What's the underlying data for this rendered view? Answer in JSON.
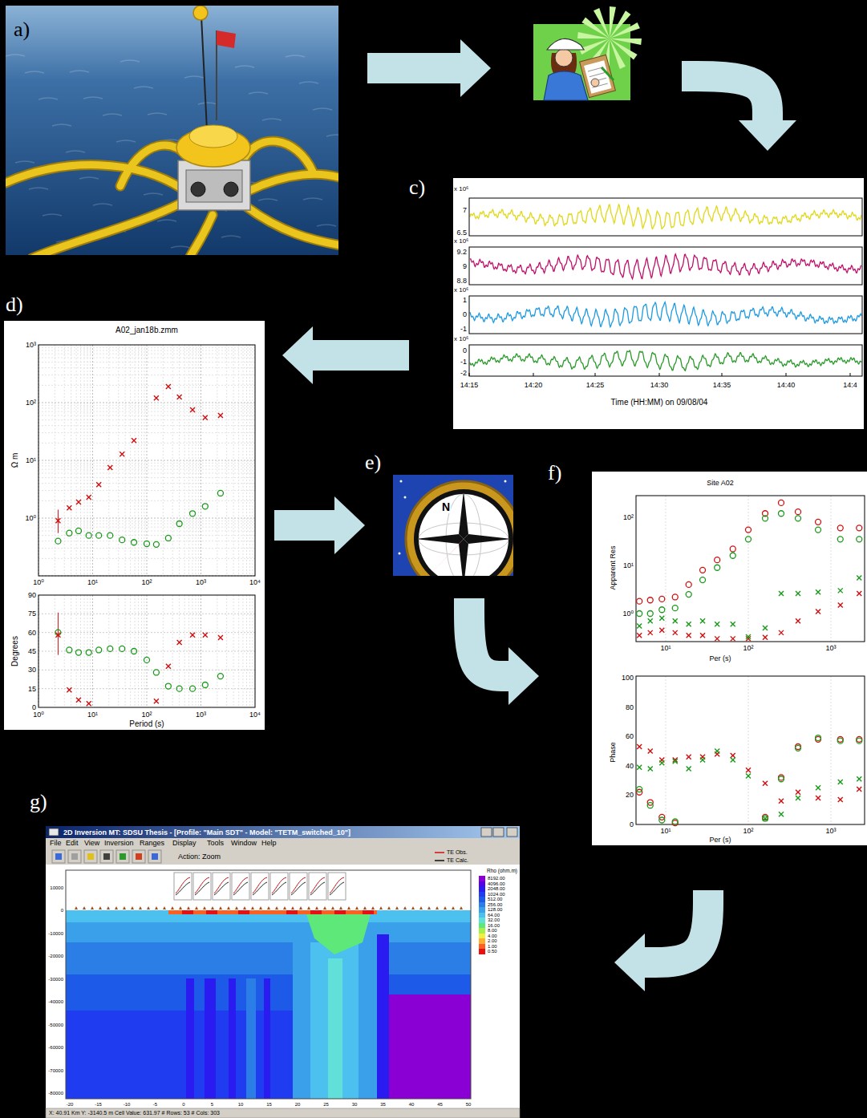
{
  "diagram": {
    "nodes": [
      {
        "text": [
          "a)"
        ]
      },
      {
        "text": []
      },
      {
        "text": [
          "c)",
          "x 10⁶",
          "7",
          "6.5",
          "x 10⁶",
          "9.2",
          "9",
          "8.8",
          "x 10⁶",
          "1",
          "0",
          "-1",
          "x 10⁶",
          "0",
          "-1",
          "-2",
          "14:15",
          "14:20",
          "14:25",
          "14:30",
          "14:35",
          "14:40",
          "14:4",
          "Time (HH:MM) on 09/08/04"
        ]
      },
      {
        "text": [
          "d)",
          "A02_jan18b.zmm",
          "10³",
          "10²",
          "10¹",
          "10⁰",
          "Ω m",
          "10⁰",
          "10¹",
          "10²",
          "10³",
          "10⁴",
          "90",
          "75",
          "60",
          "45",
          "30",
          "15",
          "0",
          "Degrees",
          "10⁰",
          "10¹",
          "10²",
          "10³",
          "10⁴",
          "Period (s)"
        ]
      },
      {
        "text": [
          "e)",
          "N"
        ]
      },
      {
        "text": [
          "f)",
          "Site A02",
          "10²",
          "10¹",
          "10⁰",
          "Apparent Res",
          "10¹",
          "10²",
          "10³",
          "Per (s)",
          "100",
          "80",
          "60",
          "40",
          "20",
          "0",
          "Phase",
          "10¹",
          "10²",
          "10³",
          "Per (s)"
        ]
      },
      {
        "text": [
          "g)",
          "2D Inversion MT: SDSU Thesis - [Profile: \"Main SDT\" - Model: \"TETM_switched_10\"]",
          "File",
          "Edit",
          "View",
          "Inversion",
          "Ranges",
          "Display",
          "Tools",
          "Window",
          "Help",
          "Action: Zoom",
          "TE Obs.",
          "TE Calc.",
          "Rho (ohm.m)",
          "10000",
          "0",
          "-10000",
          "-20000",
          "-30000",
          "-40000",
          "-50000",
          "-60000",
          "-70000",
          "-80000",
          "-20",
          "-15",
          "-10",
          "-5",
          "0",
          "5",
          "10",
          "15",
          "20",
          "25",
          "30",
          "35",
          "40",
          "45",
          "50",
          "X: 40.91 Km Y: -3140.5 m Cell Value: 631.97 # Rows: 53 # Cols: 303"
        ]
      }
    ],
    "edges": [
      {
        "from": 0,
        "to": 1,
        "arrow": "to"
      },
      {
        "from": 1,
        "to": 2,
        "arrow": "to"
      },
      {
        "from": 2,
        "to": 3,
        "arrow": "to"
      },
      {
        "from": 3,
        "to": 4,
        "arrow": "to"
      },
      {
        "from": 4,
        "to": 5,
        "arrow": "to"
      },
      {
        "from": 5,
        "to": 6,
        "arrow": "to"
      }
    ],
    "legend": [
      {
        "text": "8192.00",
        "color": "#8a00d4"
      },
      {
        "text": "4096.00",
        "color": "#5a00e6"
      },
      {
        "text": "2048.00",
        "color": "#2a1cf0"
      },
      {
        "text": "1024.00",
        "color": "#1f3cf0"
      },
      {
        "text": "512.00",
        "color": "#1e5ae8"
      },
      {
        "text": "256.00",
        "color": "#2a7ee6"
      },
      {
        "text": "128.00",
        "color": "#3aa0ea"
      },
      {
        "text": "64.00",
        "color": "#4cc0ee"
      },
      {
        "text": "32.00",
        "color": "#60e0d8"
      },
      {
        "text": "16.00",
        "color": "#5ee87a"
      },
      {
        "text": "8.00",
        "color": "#a6f04a"
      },
      {
        "text": "4.00",
        "color": "#f0f040"
      },
      {
        "text": "2.00",
        "color": "#ffb030"
      },
      {
        "text": "1.00",
        "color": "#ff6020"
      },
      {
        "text": "0.50",
        "color": "#e81010"
      }
    ]
  }
}
